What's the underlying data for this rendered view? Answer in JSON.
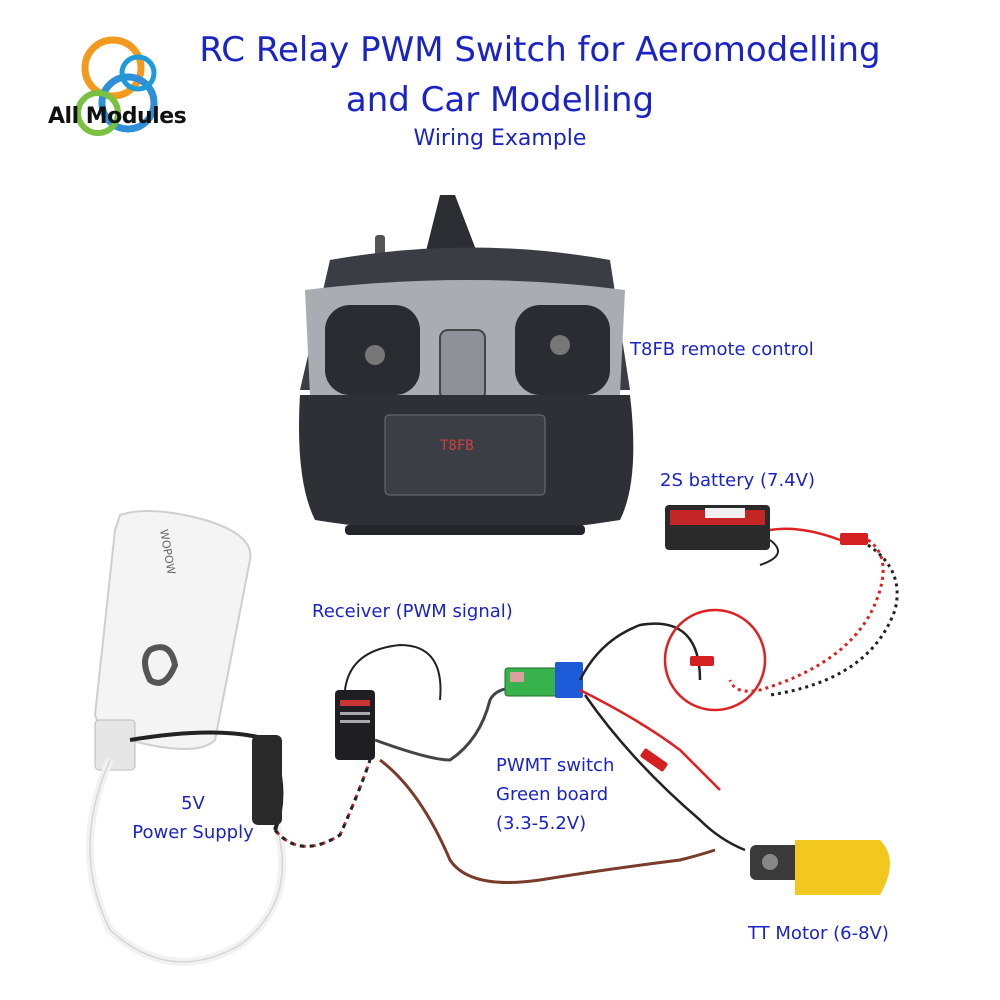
{
  "logo": {
    "text": "All Modules"
  },
  "title": {
    "line1": "RC Relay PWM Switch for Aeromodelling",
    "line2": "and Car Modelling",
    "subtitle": "Wiring Example"
  },
  "labels": {
    "remote": "T8FB remote control",
    "battery": "2S battery (7.4V)",
    "receiver": "Receiver (PWM signal)",
    "switch_line1": "PWMT switch",
    "switch_line2": "Green board",
    "switch_line3": "(3.3-5.2V)",
    "power_line1": "5V",
    "power_line2": "Power Supply",
    "motor": "TT Motor (6-8V)"
  },
  "device_text": {
    "power_bank_brand": "WOPOW",
    "display": "T8FB"
  },
  "colors": {
    "title": "#1a24c4",
    "wire_red": "#e02020",
    "wire_black": "#222222",
    "relay_blue": "#1e5bd8",
    "motor_yellow": "#f2c81e"
  }
}
